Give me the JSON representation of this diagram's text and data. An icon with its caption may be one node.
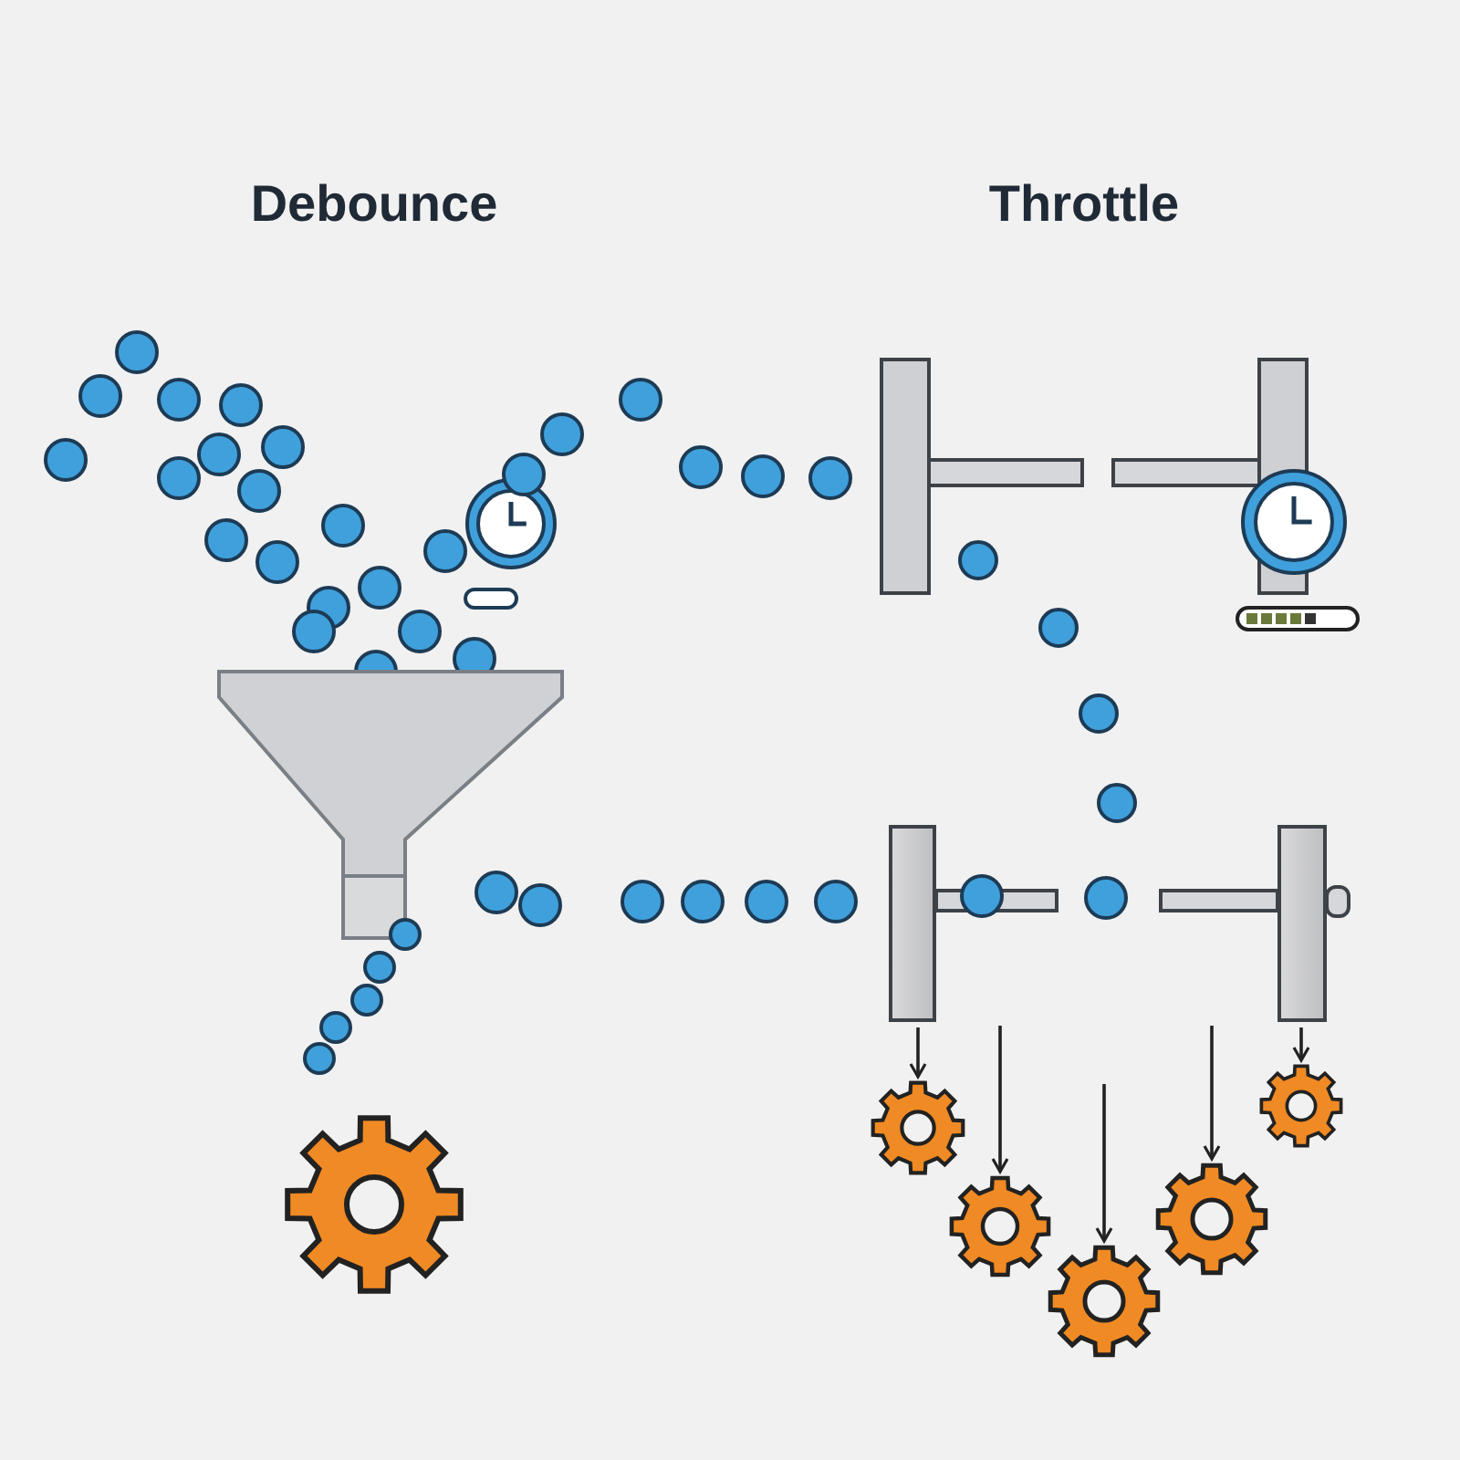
{
  "diagram": {
    "nodes": [
      {
        "text": [],
        "shape": "bar"
      },
      {
        "text": [],
        "shape": "bar"
      },
      {
        "text": [],
        "shape": "gear"
      },
      {
        "text": [],
        "shape": "gear"
      },
      {
        "text": [],
        "shape": "gear"
      },
      {
        "text": [],
        "shape": "gear"
      },
      {
        "text": [],
        "shape": "gear"
      }
    ],
    "edges": [
      {
        "from": 0,
        "to": 2,
        "arrow": "to"
      },
      {
        "from": null,
        "to": 3,
        "arrow": "to"
      },
      {
        "from": null,
        "to": 4,
        "arrow": "to"
      },
      {
        "from": null,
        "to": 5,
        "arrow": "to"
      },
      {
        "from": 1,
        "to": 6,
        "arrow": "to"
      }
    ],
    "labels": [
      "Debounce",
      "Throttle"
    ]
  }
}
